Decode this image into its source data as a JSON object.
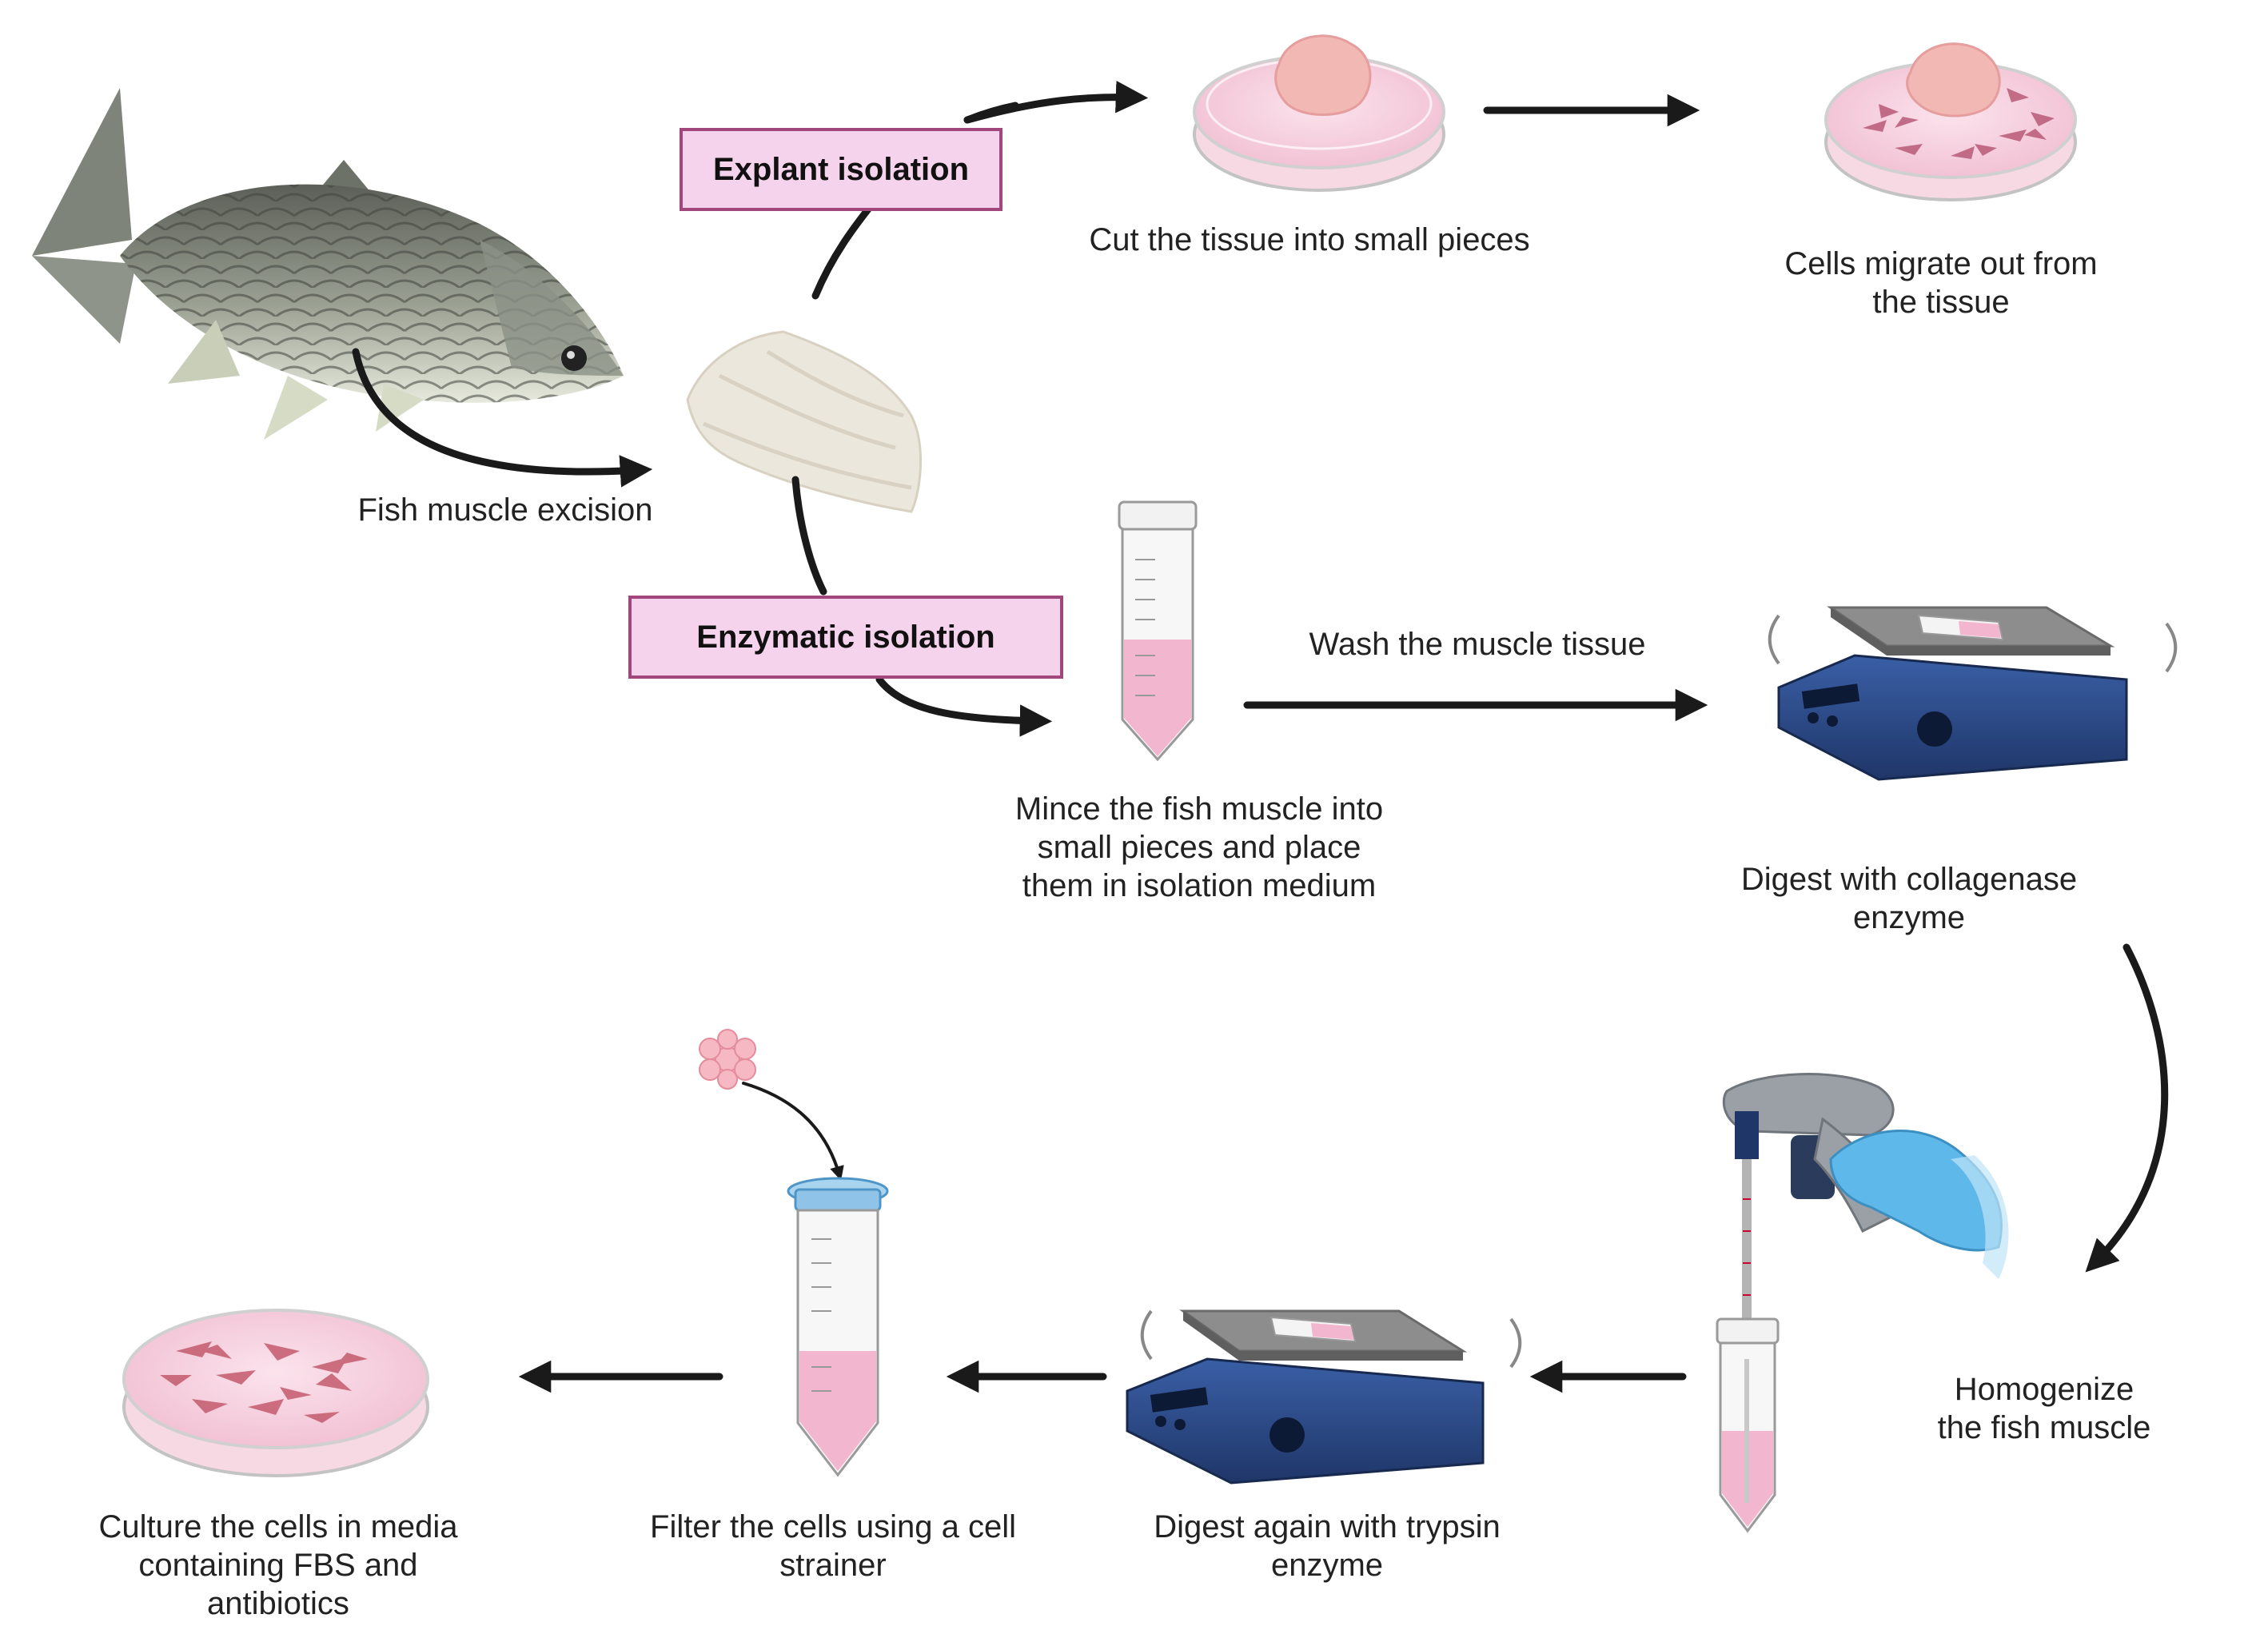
{
  "boxes": {
    "explant": "Explant isolation",
    "enzymatic": "Enzymatic isolation"
  },
  "labels": {
    "fish_excision": "Fish muscle excision",
    "cut_tissue": "Cut the tissue into small pieces",
    "cells_migrate": "Cells migrate out from the tissue",
    "wash": "Wash the muscle tissue",
    "mince": "Mince the fish muscle into\nsmall pieces and place\nthem in isolation medium",
    "collagenase": "Digest with collagenase\nenzyme",
    "homogenize": "Homogenize the fish muscle",
    "trypsin": "Digest  again with trypsin\nenzyme",
    "filter": "Filter the cells using a cell\nstrainer",
    "culture": "Culture the cells in media\ncontaining FBS and\nantibiotics"
  },
  "colors": {
    "box_fill": "#f6d3ec",
    "box_border": "#a2477d",
    "arrow": "#1a1a1a",
    "medium_pink": "#f3b6cf",
    "shaker_blue": "#2c4a86",
    "glove_blue": "#5fb8ea"
  }
}
